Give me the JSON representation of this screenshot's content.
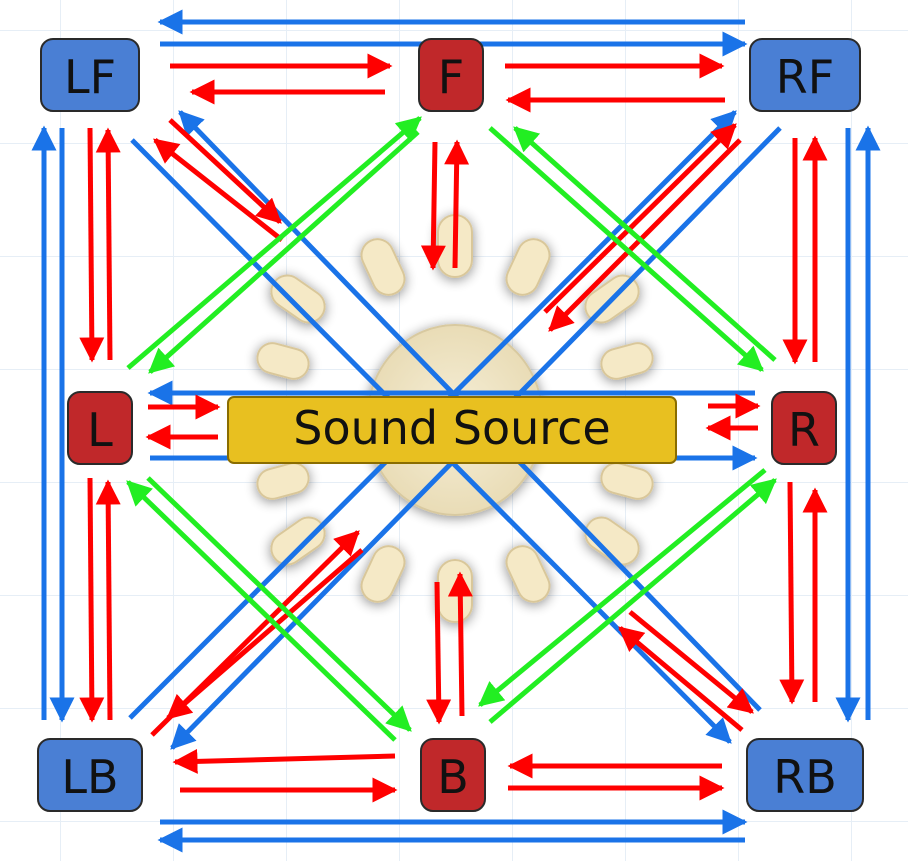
{
  "source": {
    "label": "Sound Source",
    "icon": "sun-burst-icon"
  },
  "colors": {
    "corner_node": "#4a7fd4",
    "edge_node": "#c0282a",
    "arrow_adjacent": "#ff0000",
    "arrow_opposite": "#1a73e8",
    "arrow_diagonal": "#22ee22",
    "label_box": "#e8c020"
  },
  "nodes": [
    {
      "id": "LF",
      "label": "LF",
      "kind": "corner"
    },
    {
      "id": "F",
      "label": "F",
      "kind": "edge"
    },
    {
      "id": "RF",
      "label": "RF",
      "kind": "corner"
    },
    {
      "id": "L",
      "label": "L",
      "kind": "edge"
    },
    {
      "id": "R",
      "label": "R",
      "kind": "edge"
    },
    {
      "id": "LB",
      "label": "LB",
      "kind": "corner"
    },
    {
      "id": "B",
      "label": "B",
      "kind": "edge"
    },
    {
      "id": "RB",
      "label": "RB",
      "kind": "corner"
    }
  ]
}
